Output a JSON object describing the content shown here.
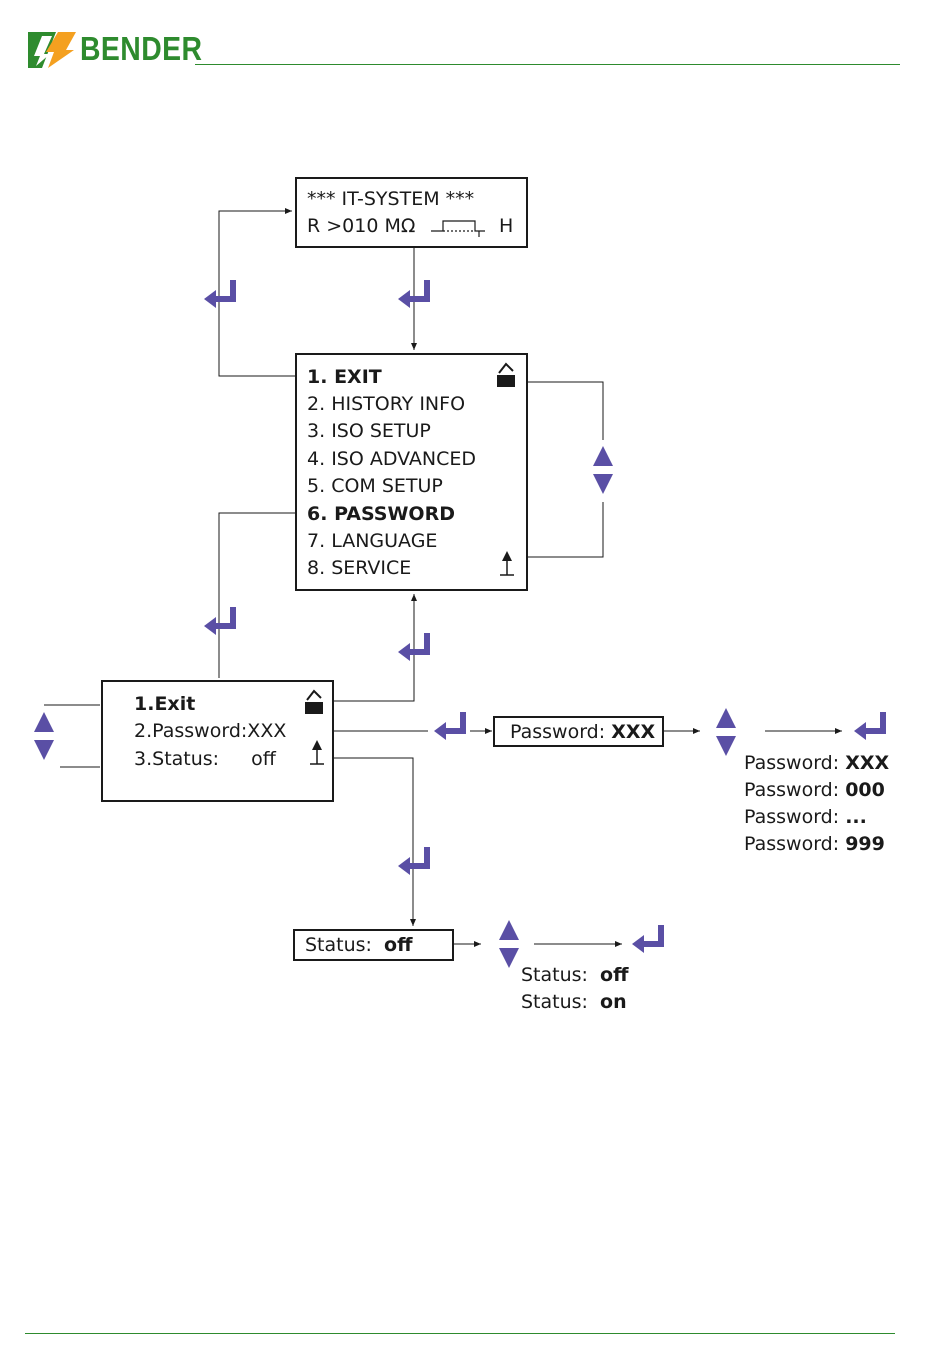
{
  "header": {
    "brand": "BENDER"
  },
  "colors": {
    "brand_green": "#2e8b2e",
    "brand_orange": "#f4a020",
    "key_purple": "#5a4fa5",
    "ink": "#1a1a1a"
  },
  "icons": [
    "enter-key-icon",
    "up-arrow-icon",
    "down-arrow-icon",
    "unlock-icon",
    "upload-icon"
  ],
  "display_top": {
    "line1": "*** IT-SYSTEM ***",
    "line2_r": "R >010 MΩ",
    "line2_h": "H"
  },
  "menu_main": {
    "items": [
      {
        "num": "1.",
        "label": "EXIT"
      },
      {
        "num": "2.",
        "label": "HISTORY INFO"
      },
      {
        "num": "3.",
        "label": "ISO SETUP"
      },
      {
        "num": "4.",
        "label": "ISO ADVANCED"
      },
      {
        "num": "5.",
        "label": "COM SETUP"
      },
      {
        "num": "6.",
        "label": "PASSWORD"
      },
      {
        "num": "7.",
        "label": "LANGUAGE"
      },
      {
        "num": "8.",
        "label": "SERVICE"
      }
    ]
  },
  "menu_password": {
    "items": [
      {
        "num": "1.",
        "label": "Exit",
        "value": ""
      },
      {
        "num": "2.",
        "label": "Password:",
        "value": "XXX"
      },
      {
        "num": "3.",
        "label": "Status:",
        "value": "off"
      }
    ]
  },
  "password_box": {
    "label": "Password:",
    "value": "XXX"
  },
  "password_options": [
    {
      "label": "Password:",
      "value": "XXX"
    },
    {
      "label": "Password:",
      "value": "000"
    },
    {
      "label": "Password:",
      "value": "..."
    },
    {
      "label": "Password:",
      "value": "999"
    }
  ],
  "status_box": {
    "label": "Status:",
    "value": "off"
  },
  "status_options": [
    {
      "label": "Status:",
      "value": "off"
    },
    {
      "label": "Status:",
      "value": "on"
    }
  ]
}
